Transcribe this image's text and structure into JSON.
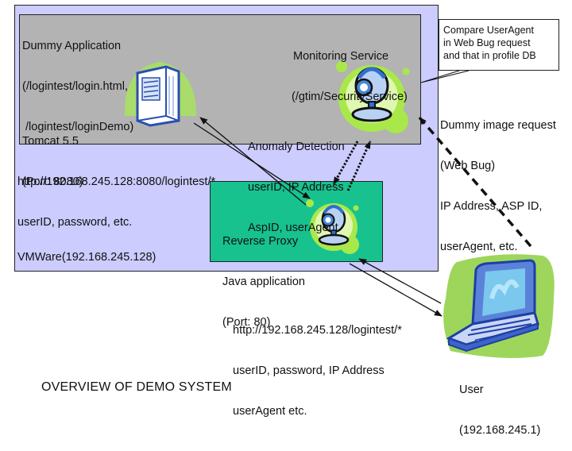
{
  "diagram": {
    "title": "OVERVIEW OF DEMO SYSTEM",
    "vmware": {
      "label": "VMWare(192.168.245.128)"
    },
    "dummy_app": {
      "line1": "Dummy Application",
      "line2": "(/logintest/login.html,",
      "line3": " /logintest/loginDemo)"
    },
    "tomcat": {
      "line1": "Tomcat 5.5",
      "line2": "(Port: 8080)"
    },
    "monitoring": {
      "line1": "Monitoring Service",
      "line2": "(/gtim/SecurityService)"
    },
    "anomaly": {
      "line1": "Anomaly Detection",
      "line2": "userID, IP Address",
      "line3": "AspID, userAgent"
    },
    "internal_request": {
      "line1": "http://192.168.245.128:8080/logintest/*",
      "line2": "userID, password, etc."
    },
    "proxy": {
      "line1": "Reverse Proxy",
      "line2": "Java application",
      "line3": "(Port: 80)"
    },
    "external_request": {
      "line1": "http://192.168.245.128/logintest/*",
      "line2": "userID, password, IP Address",
      "line3": "userAgent etc."
    },
    "callout": {
      "line1": "Compare UserAgent",
      "line2": "in Web Bug request",
      "line3": "and that in profile DB"
    },
    "webbug": {
      "line1": "Dummy image request",
      "line2": "(Web Bug)",
      "line3": "IP Address, ASP ID,",
      "line4": "userAgent, etc."
    },
    "user": {
      "line1": "User",
      "line2": "(192.168.245.1)"
    },
    "colors": {
      "vmware_bg": "#CCCCFF",
      "gray_box_bg": "#B3B3B3",
      "proxy_bg": "#17C28F",
      "clipart_green": "#99E04A",
      "icon_blue": "#2A56C6"
    },
    "icons": [
      "server-icon",
      "webcam-icon",
      "webcam-icon",
      "laptop-icon"
    ]
  }
}
